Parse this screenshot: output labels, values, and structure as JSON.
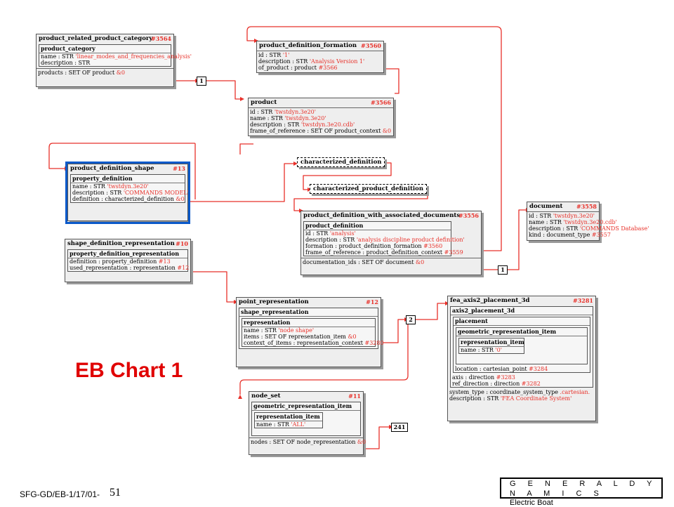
{
  "chart_label": "EB Chart 1",
  "footer": {
    "code": "SFG-GD/EB-1/17/01-",
    "page": "51"
  },
  "logo": {
    "line1": "G E N E R A L   D Y N A M I C S",
    "line2": "Electric Boat"
  },
  "colors": {
    "reference": "#e8312a",
    "highlight": "#0a59c9",
    "title": "#e00000"
  },
  "entities": {
    "prpc": {
      "title": "product_related_product_category",
      "id": "#3564",
      "sub_title": "product_category",
      "sub_attrs": [
        {
          "label": "name : STR ",
          "value": "'linear_modes_and_frequencies_analysis'"
        },
        {
          "label": "description : STR",
          "value": ""
        }
      ],
      "attrs": [
        {
          "label": "products : SET OF product ",
          "value": "&0"
        }
      ]
    },
    "pdf": {
      "title": "product_definition_formation",
      "id": "#3560",
      "attrs": [
        {
          "label": "id : STR ",
          "value": "'1'"
        },
        {
          "label": "description : STR ",
          "value": "'Analysis Version 1'"
        },
        {
          "label": "of_product : product ",
          "value": "#3566"
        }
      ]
    },
    "product": {
      "title": "product",
      "id": "#3566",
      "attrs": [
        {
          "label": "id : STR ",
          "value": "'twstdyn.3e20'"
        },
        {
          "label": "name : STR ",
          "value": "'twstdyn.3e20'"
        },
        {
          "label": "description : STR ",
          "value": "'twstdyn.3e20.cdb'"
        },
        {
          "label": "frame_of_reference : SET OF product_context ",
          "value": "&0"
        }
      ]
    },
    "pds": {
      "title": "product_definition_shape",
      "id": "#13",
      "sub_title": "property_definition",
      "sub_attrs": [
        {
          "label": "name : STR ",
          "value": "'twstdyn.3e20'"
        },
        {
          "label": "description : STR ",
          "value": "'COMMANDS MODEL'"
        },
        {
          "label": "definition : characterized_definition ",
          "value": "&0"
        }
      ]
    },
    "sdr": {
      "title": "shape_definition_representation",
      "id": "#10",
      "sub_title": "property_definition_representation",
      "sub_attrs": [
        {
          "label": "definition : property_definition ",
          "value": "#13"
        },
        {
          "label": "used_representation : representation ",
          "value": "#12"
        }
      ]
    },
    "pdwad": {
      "title": "product_definition_with_associated_documents",
      "id": "#3556",
      "sub_title": "product_definition",
      "sub_attrs": [
        {
          "label": "id : STR ",
          "value": "'analysis'"
        },
        {
          "label": "description : STR ",
          "value": "'analysis discipline product definition'"
        },
        {
          "label": "formation : product_definition_formation ",
          "value": "#3560"
        },
        {
          "label": "frame_of_reference : product_definition_context ",
          "value": "#3559"
        }
      ],
      "attrs": [
        {
          "label": "documentation_ids : SET OF document ",
          "value": "&0"
        }
      ]
    },
    "document": {
      "title": "document",
      "id": "#3558",
      "attrs": [
        {
          "label": "id : STR ",
          "value": "'twstdyn.3e20'"
        },
        {
          "label": "name : STR ",
          "value": "'twstdyn.3e20.cdb'"
        },
        {
          "label": "description : STR ",
          "value": "'COMMANDS Database'"
        },
        {
          "label": "kind : document_type ",
          "value": "#3557"
        }
      ]
    },
    "pr": {
      "title": "point_representation",
      "id": "#12",
      "sub_title": "shape_representation",
      "sub2_title": "representation",
      "sub2_attrs": [
        {
          "label": "name : STR ",
          "value": "'node shape'"
        },
        {
          "label": "items : SET OF representation_item ",
          "value": "&0"
        },
        {
          "label": "context_of_items : representation_context ",
          "value": "#3280"
        }
      ]
    },
    "fea": {
      "title": "fea_axis2_placement_3d",
      "id": "#3281",
      "sub_title": "axis2_placement_3d",
      "sub2_title": "placement",
      "sub3_title": "geometric_representation_item",
      "sub4_title": "representation_item",
      "sub4_attrs": [
        {
          "label": "name : STR ",
          "value": "'0'"
        }
      ],
      "sub2_attrs": [
        {
          "label": "location : cartesian_point ",
          "value": "#3284"
        }
      ],
      "sub_attrs": [
        {
          "label": "axis : direction ",
          "value": "#3283"
        },
        {
          "label": "ref_direction : direction ",
          "value": "#3282"
        }
      ],
      "attrs": [
        {
          "label": "system_type : coordinate_system_type ",
          "value": ".cartesian."
        },
        {
          "label": "description : STR ",
          "value": "'FEA Coordinate System'"
        }
      ]
    },
    "ns": {
      "title": "node_set",
      "id": "#11",
      "sub_title": "geometric_representation_item",
      "sub2_title": "representation_item",
      "sub2_attrs": [
        {
          "label": "name : STR ",
          "value": "'ALL'"
        }
      ],
      "attrs": [
        {
          "label": "nodes : SET OF node_representation ",
          "value": "&0"
        }
      ]
    }
  },
  "select_types": {
    "cd": "characterized_definition",
    "cpd": "characterized_product_definition"
  },
  "set_tags": {
    "t1": "1",
    "t2": "1",
    "t3": "2",
    "t4": "241"
  }
}
